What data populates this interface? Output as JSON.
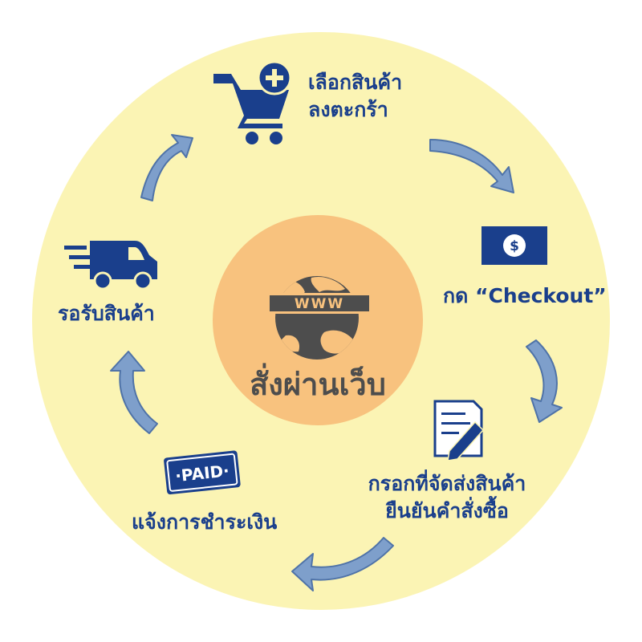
{
  "colors": {
    "outer_circle": "#fbf4b4",
    "center_circle": "#f8c27e",
    "globe": "#4d4d4d",
    "icon_blue": "#1a3f8c",
    "arrow_fill": "#7e9fcb",
    "arrow_stroke": "#4f73a8",
    "text": "#1a3f8c"
  },
  "center": {
    "banner_text": "WWW",
    "label": "สั่งผ่านเว็บ"
  },
  "steps": [
    {
      "id": "add-to-cart",
      "icon": "cart-plus-icon",
      "lines": [
        "เลือกสินค้า",
        "ลงตะกร้า"
      ]
    },
    {
      "id": "checkout",
      "icon": "dollar-bill-icon",
      "lines": [
        "กด “Checkout”"
      ]
    },
    {
      "id": "fill-address",
      "icon": "document-edit-icon",
      "lines": [
        "กรอกที่จัดส่งสินค้า",
        "ยืนยันคำสั่งซื้อ"
      ]
    },
    {
      "id": "notify-payment",
      "icon": "paid-stamp-icon",
      "stamp_text": "·PAID·",
      "lines": [
        "แจ้งการชำระเงิน"
      ]
    },
    {
      "id": "receive-goods",
      "icon": "delivery-van-icon",
      "lines": [
        "รอรับสินค้า"
      ]
    }
  ]
}
